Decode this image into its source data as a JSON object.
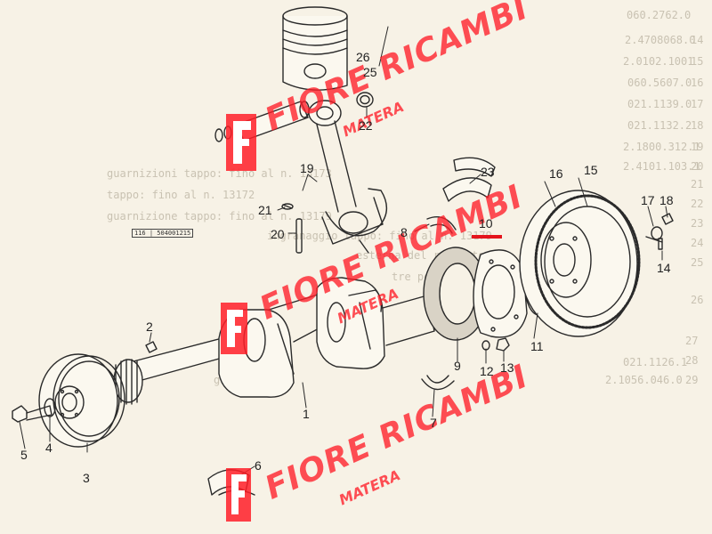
{
  "callouts": [
    "1",
    "2",
    "3",
    "4",
    "5",
    "6",
    "7",
    "8",
    "9",
    "10",
    "11",
    "12",
    "13",
    "14",
    "15",
    "16",
    "17",
    "18",
    "19",
    "20",
    "21",
    "22",
    "23",
    "25",
    "26"
  ],
  "catalog_stamp": "116 | 504001215",
  "background_codes": [
    "060.2762.0",
    "2.4708068.0",
    "2.0102.1001",
    "060.5607.0",
    "021.1139.0",
    "021.1132.2",
    "2.1800.312.1",
    "2.4101.103.1",
    "021.1126.1",
    "2.1056.046.0"
  ],
  "background_numbers": [
    "14",
    "15",
    "16",
    "17",
    "18",
    "19",
    "20",
    "21",
    "22",
    "23",
    "24",
    "25",
    "26",
    "27",
    "28",
    "29"
  ],
  "background_notes": [
    "guarnizioni tappo: fino al n. 13173",
    "tappo: fino al n. 13172",
    "guarnizione tappo: fino al n. 13179",
    "ingranaggio tappo: fino al n. 13179",
    "esterna del regolatore",
    "tre pomi fissa alla molla",
    "guarnizione"
  ],
  "watermark": {
    "brand": "FIORE RICAMBI",
    "city": "MATERA",
    "color": "#ff1e28"
  },
  "palette": {
    "ink": "#2a2a2a",
    "paper": "#f7f2e6",
    "highlight": "#e4141c"
  }
}
